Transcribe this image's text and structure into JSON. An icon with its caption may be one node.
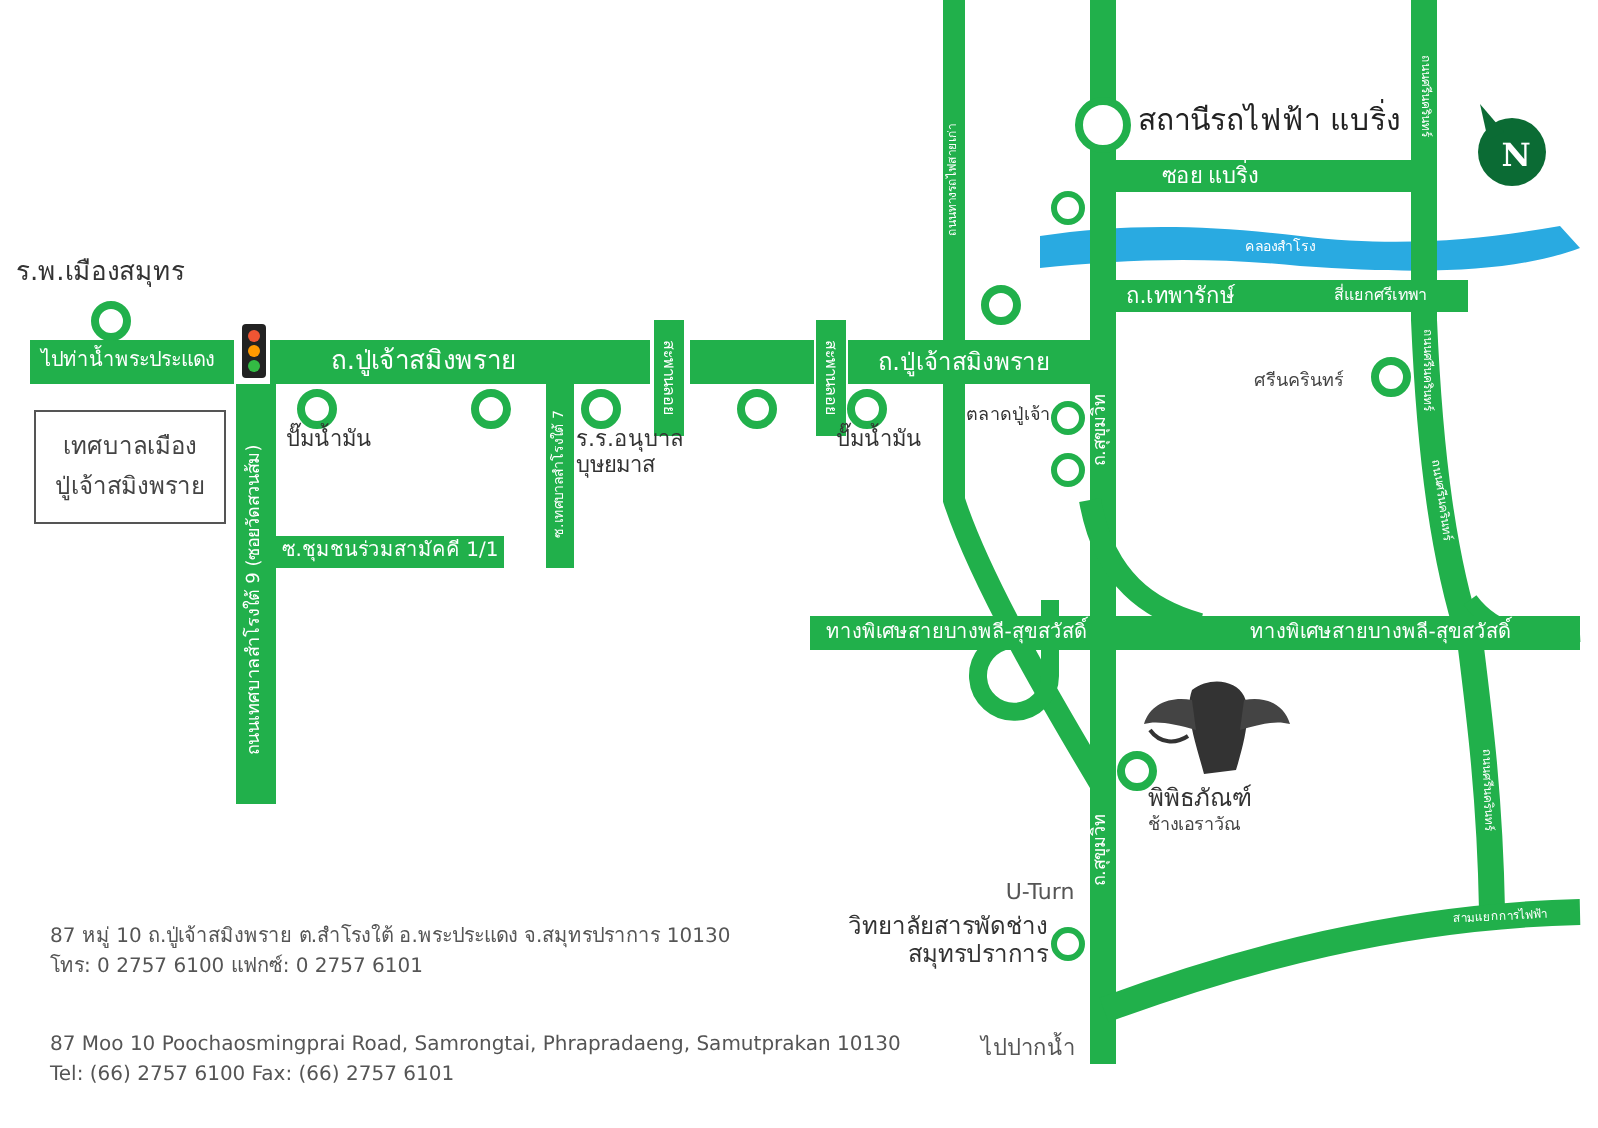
{
  "diagram": {
    "nodes": [
      {
        "text": [
          "ร.พ.เมืองสมุทร"
        ]
      },
      {
        "text": [
          "เทศบาลเมือง ปู่เจ้าสมิงพราย"
        ]
      },
      {
        "text": [
          "ปั๊มน้ำมัน"
        ]
      },
      {
        "text": [],
        "shape": "circle"
      },
      {
        "text": [
          "ร.ร.อนุบาลบุษยมาส"
        ]
      },
      {
        "text": [],
        "shape": "circle"
      },
      {
        "text": [
          "ปั๊มน้ำมัน"
        ]
      },
      {
        "text": [
          "สถานีรถไฟฟ้า แบริ่ง"
        ]
      },
      {
        "text": [],
        "shape": "circle"
      },
      {
        "text": [],
        "shape": "circle"
      },
      {
        "text": [
          "ศรีนครินทร์"
        ]
      },
      {
        "text": [
          "ตลาดปู่เจ้า"
        ]
      },
      {
        "text": [],
        "shape": "circle"
      },
      {
        "text": [
          "พิพิธภัณฑ์",
          "ช้างเอราวัณ"
        ]
      },
      {
        "text": [
          "วิทยาลัยสารพัดช่างสมุทรปราการ"
        ]
      }
    ],
    "labels": [
      "ไปท่าน้ำพระประแดง",
      "ถ.ปู่เจ้าสมิงพราย",
      "สะพานลอย",
      "สะพานลอย",
      "ถ.ปู่เจ้าสมิงพราย",
      "ถนนเทศบาลสำโรงใต้ 9 (ซอยวัดสวนส้ม)",
      "ซ.เทศบาลสำโรงใต้ 7",
      "ซ.ชุมชนร่วมสามัคคี 1/1",
      "ถนนทางรถไฟสายเก่า",
      "ซอย แบริ่ง",
      "คลองสำโรง",
      "ถ.เทพารักษ์",
      "สี่แยกศรีเทพา",
      "ถนนศรีนครินทร์",
      "ถนนศรีนครินทร์",
      "ถนนศรีนครินทร์",
      "ถนนศรีนครินทร์",
      "ถ.สุขุมวิท",
      "ถ.สุขุมวิท",
      "ทางพิเศษสายบางพลี-สุขสวัสดิ์",
      "ทางพิเศษสายบางพลี-สุขสวัสดิ์",
      "U-Turn",
      "ไปปากน้ำ",
      "สามแยกการไฟฟ้า",
      "N",
      "87 หมู่ 10 ถ.ปู่เจ้าสมิงพราย ต.สำโรงใต้ อ.พระประแดง จ.สมุทรปราการ 10130",
      "โทร: 0 2757 6100 แฟกซ์: 0 2757 6101",
      "87 Moo 10 Poochaosmingprai Road, Samrongtai, Phrapradaeng, Samutprakan 10130",
      "Tel: (66) 2757 6100 Fax: (66) 2757 6101"
    ]
  }
}
